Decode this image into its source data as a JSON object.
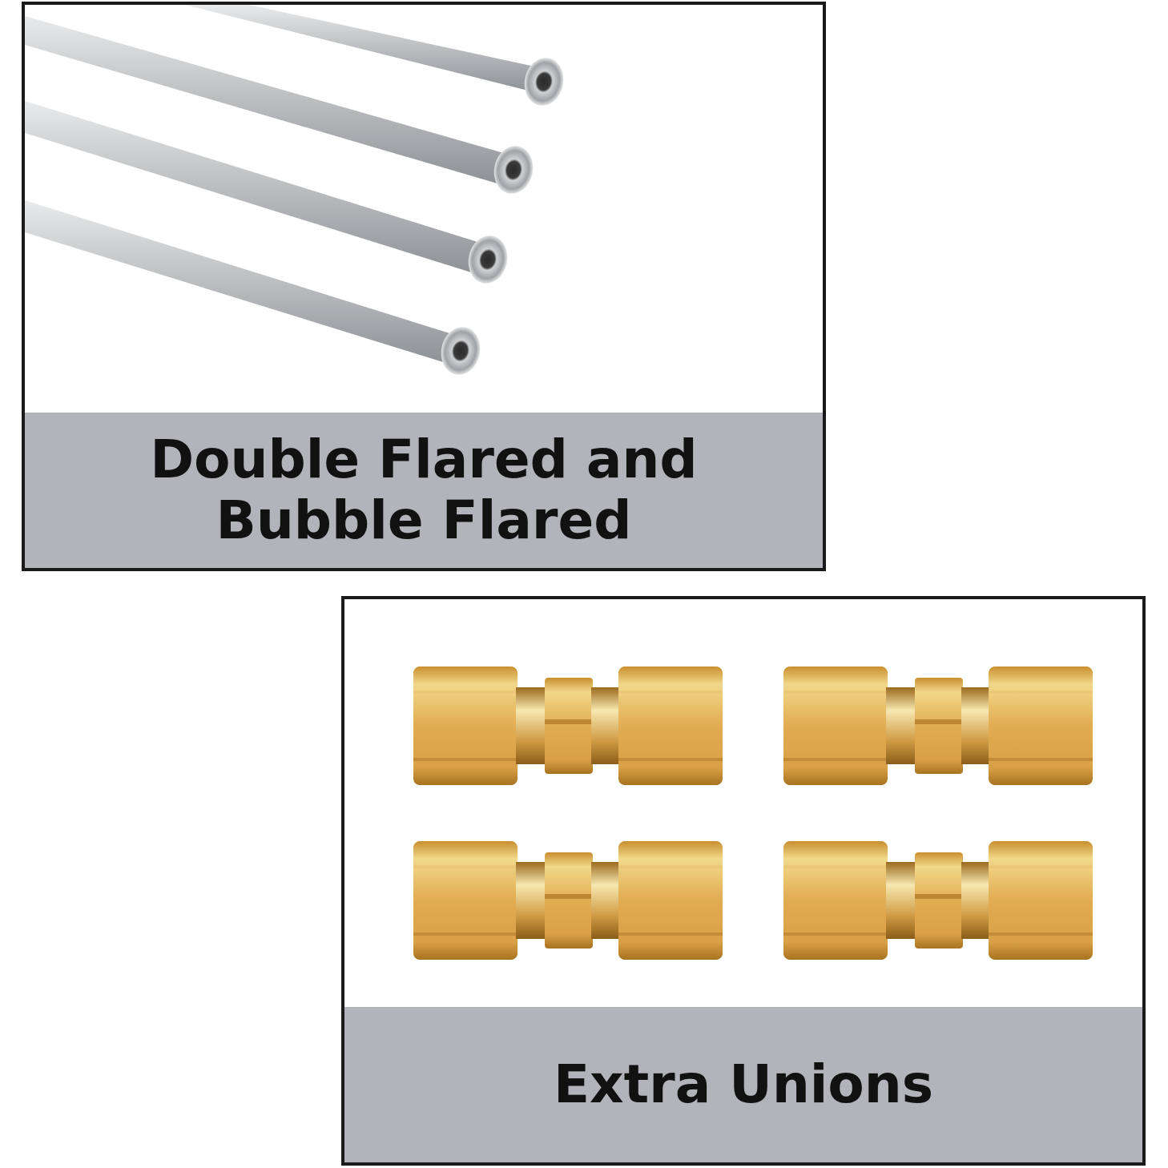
{
  "panels": {
    "tubing": {
      "caption_line1": "Double Flared and",
      "caption_line2": "Bubble Flared",
      "image": "four-aluminum-brake-lines-with-flared-ends",
      "tube_color": "#c4c6c8"
    },
    "unions": {
      "caption": "Extra Unions",
      "image": "four-brass-union-fittings",
      "brass_color": "#d9a64a"
    }
  },
  "colors": {
    "border": "#1a1a1a",
    "caption_band": "#b3b3bb",
    "caption_text": "#111111",
    "background": "#ffffff"
  }
}
